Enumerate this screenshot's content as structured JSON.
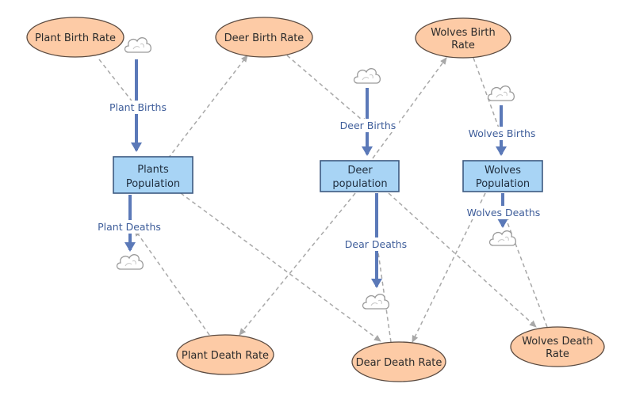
{
  "auxiliaries": {
    "plant_birth_rate": [
      "Plant Birth Rate"
    ],
    "deer_birth_rate": [
      "Deer Birth Rate"
    ],
    "wolves_birth_rate": [
      "Wolves Birth",
      "Rate"
    ],
    "plant_death_rate": [
      "Plant Death Rate"
    ],
    "dear_death_rate": [
      "Dear Death Rate"
    ],
    "wolves_death_rate": [
      "Wolves Death",
      "Rate"
    ]
  },
  "stocks": {
    "plants_population": [
      "Plants",
      "Population"
    ],
    "deer_population": [
      "Deer",
      "population"
    ],
    "wolves_population": [
      "Wolves",
      "Population"
    ]
  },
  "flows": {
    "plant_births": "Plant Births",
    "plant_deaths": "Plant Deaths",
    "deer_births": "Deer Births",
    "dear_deaths": "Dear Deaths",
    "wolves_births": "Wolves Births",
    "wolves_deaths": "Wolves Deaths"
  },
  "colors": {
    "aux_fill": "#fdcba6",
    "aux_stroke": "#5a4a40",
    "stock_fill": "#a8d4f5",
    "stock_stroke": "#3d5a80",
    "flow_pipe": "#5b79b8",
    "dashed_link": "#a8a8a8",
    "cloud_stroke": "#9a9a9a"
  }
}
